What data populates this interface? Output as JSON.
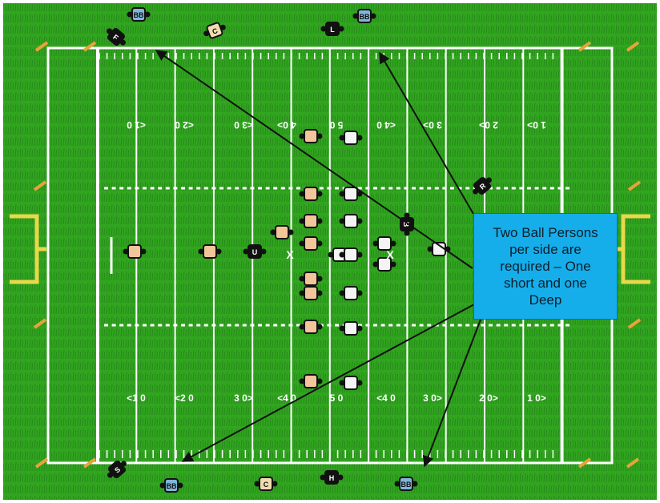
{
  "colors": {
    "grass": "#31a51f",
    "grass_dark": "#237d16",
    "lines": "#ffffff",
    "goalpost": "#e8d84a",
    "callout_bg": "#16aeea",
    "arrow": "#111111",
    "ball_person_shirt": "#7fb6dc",
    "chain_shirt": "#f1dcb0",
    "official_shirt": "#111111",
    "player_a": "#f2c59b",
    "player_b": "#f4f4f4"
  },
  "callout": {
    "lines": [
      "Two Ball Persons",
      "per side are",
      "required – One",
      "short and one",
      "Deep"
    ]
  },
  "yard_numbers_top": [
    "<1 0",
    "<2 0",
    "<3 0",
    "4 0>",
    "5 0",
    "<4 0",
    "3 0>",
    "2 0>",
    "1 0>"
  ],
  "yard_numbers_bottom": [
    "<1 0",
    "<2 0",
    "3 0>",
    "<4 0",
    "5 0",
    "<4 0",
    "3 0>",
    "2 0>",
    "1 0>"
  ],
  "sideline_top": [
    {
      "label": "F",
      "kind": "official"
    },
    {
      "label": "BB",
      "kind": "ball-person"
    },
    {
      "label": "C",
      "kind": "chain"
    },
    {
      "label": "L",
      "kind": "official"
    },
    {
      "label": "BB",
      "kind": "ball-person"
    }
  ],
  "sideline_bottom": [
    {
      "label": "S",
      "kind": "official"
    },
    {
      "label": "BB",
      "kind": "ball-person"
    },
    {
      "label": "C",
      "kind": "chain"
    },
    {
      "label": "H",
      "kind": "official"
    },
    {
      "label": "BB",
      "kind": "ball-person"
    }
  ],
  "field_officials": [
    {
      "label": "U"
    },
    {
      "label": "B"
    },
    {
      "label": "R"
    }
  ],
  "offense_players": 11,
  "defense_players": 11,
  "marks": [
    "X",
    "X"
  ]
}
